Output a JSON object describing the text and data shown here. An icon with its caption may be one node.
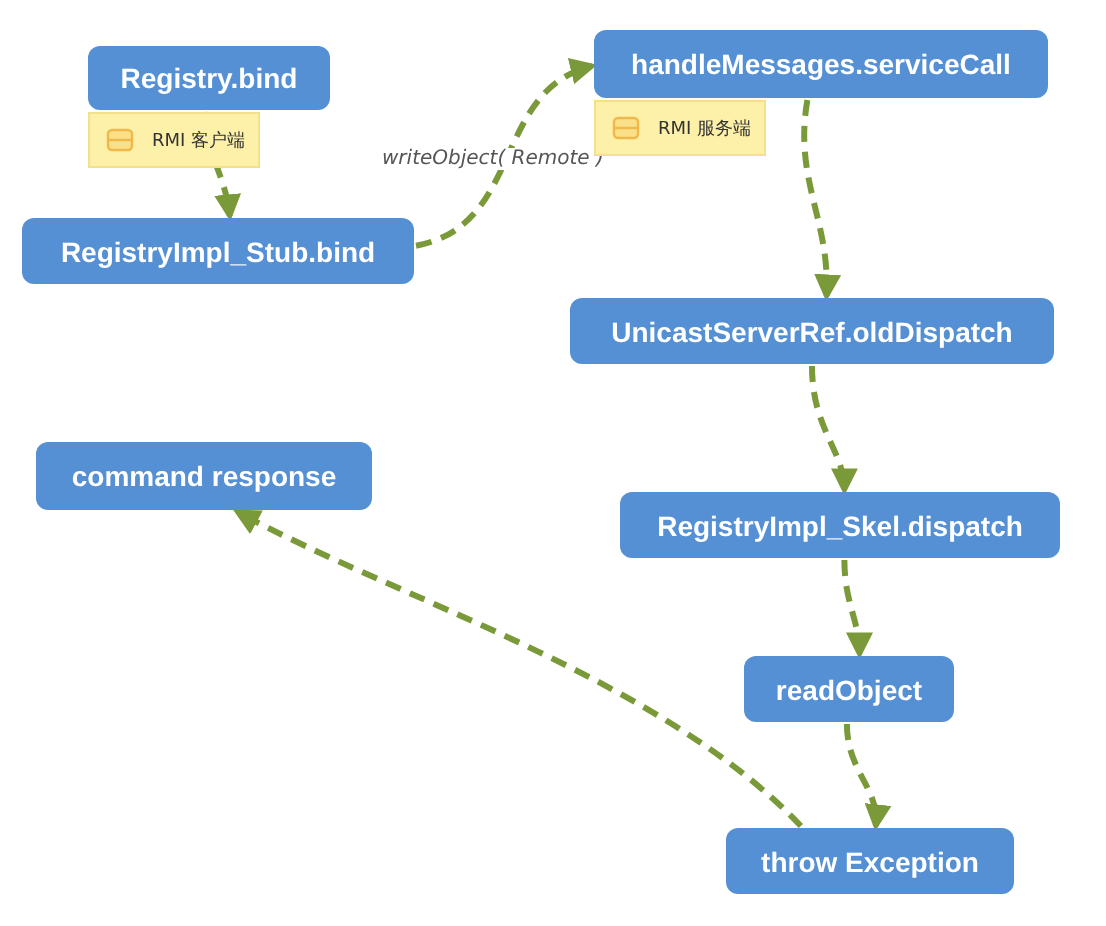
{
  "diagram": {
    "nodes": [
      {
        "text": [
          "Registry.bind"
        ],
        "beside": [
          "RMI 客户端"
        ]
      },
      {
        "text": [
          "RegistryImpl_Stub.bind"
        ]
      },
      {
        "text": [
          "handleMessages.serviceCall"
        ],
        "beside": [
          "RMI 服务端"
        ]
      },
      {
        "text": [
          "UnicastServerRef.oldDispatch"
        ]
      },
      {
        "text": [
          "RegistryImpl_Skel.dispatch"
        ]
      },
      {
        "text": [
          "readObject"
        ]
      },
      {
        "text": [
          "throw Exception"
        ]
      },
      {
        "text": [
          "command response"
        ]
      }
    ],
    "edges": [
      {
        "from": 0,
        "to": 1,
        "arrow": "to",
        "style": "dashed"
      },
      {
        "from": 1,
        "to": 2,
        "arrow": "to",
        "style": "dashed",
        "label": "writeObject( Remote )"
      },
      {
        "from": 2,
        "to": 3,
        "arrow": "to",
        "style": "dashed"
      },
      {
        "from": 3,
        "to": 4,
        "arrow": "to",
        "style": "dashed"
      },
      {
        "from": 4,
        "to": 5,
        "arrow": "to",
        "style": "dashed"
      },
      {
        "from": 5,
        "to": 6,
        "arrow": "to",
        "style": "dashed"
      },
      {
        "from": 6,
        "to": 7,
        "arrow": "to",
        "style": "dashed"
      }
    ]
  }
}
